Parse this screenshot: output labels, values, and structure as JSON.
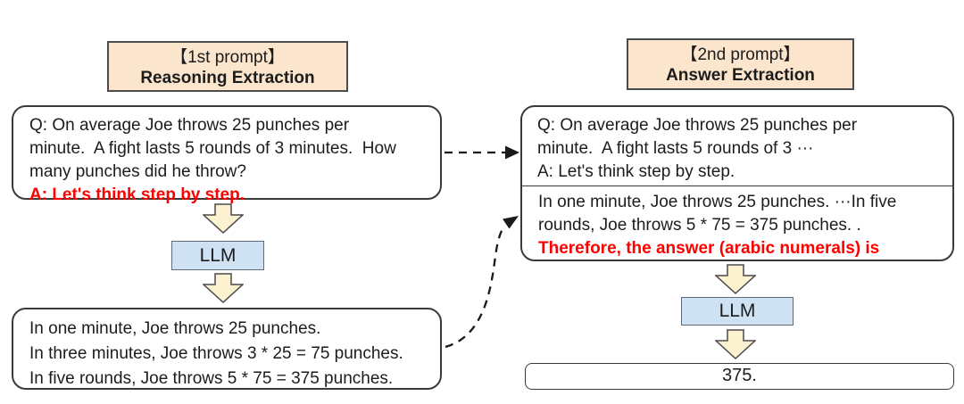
{
  "colors": {
    "header_bg": "#fbe5cd",
    "arrow_fill": "#fdf2d0",
    "llm_bg": "#cfe2f3",
    "accent_red": "#ff0000",
    "border_dark": "#3a3a3a"
  },
  "icons": {
    "down_arrow": "down-block-arrow",
    "straight_connector": "dashed-right-arrow",
    "curved_connector": "dashed-curved-arrow"
  },
  "left": {
    "header": {
      "line1": "【1st prompt】",
      "line2": "Reasoning Extraction"
    },
    "prompt_box": {
      "lines": [
        "Q: On average Joe throws 25 punches per",
        "minute.  A fight lasts 5 rounds of 3 minutes.  How",
        "many punches did he throw?"
      ],
      "trigger": "A: Let's think step by step."
    },
    "llm_label": "LLM",
    "output_box": {
      "lines": [
        "In one minute, Joe throws 25 punches.",
        "In three minutes, Joe throws 3 * 25 = 75 punches.",
        "In five rounds, Joe throws 5 * 75 = 375 punches."
      ]
    }
  },
  "right": {
    "header": {
      "line1": "【2nd prompt】",
      "line2": "Answer Extraction"
    },
    "prompt_box": {
      "question_lines": [
        "Q: On average Joe throws 25 punches per",
        "minute.  A fight lasts 5 rounds of 3 ···",
        "A: Let's think step by step."
      ],
      "reasoning_lines": [
        "In one minute, Joe throws 25 punches. ···In five",
        "rounds, Joe throws 5 * 75 = 375 punches. ."
      ],
      "trigger": "Therefore, the answer (arabic numerals) is"
    },
    "llm_label": "LLM",
    "answer_box": {
      "text": "375."
    }
  }
}
